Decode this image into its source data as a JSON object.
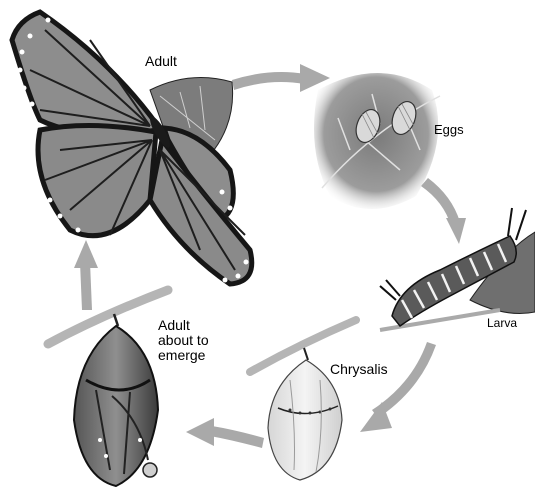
{
  "labels": {
    "adult": "Adult",
    "eggs": "Eggs",
    "larva": "Larva",
    "chrysalis": "Chrysalis",
    "about_to_emerge": "Adult\nabout to\nemerge"
  },
  "colors": {
    "arrow": "#a9a9a9",
    "wing": "#8a8a8a",
    "wing_dark": "#1e1e1e",
    "leaf": "#6e6e6e",
    "leaf_light": "#b8b8b8",
    "chrysalis": "#e8e8e8"
  },
  "stages": [
    "adult",
    "eggs",
    "larva",
    "chrysalis",
    "adult-about-to-emerge"
  ]
}
